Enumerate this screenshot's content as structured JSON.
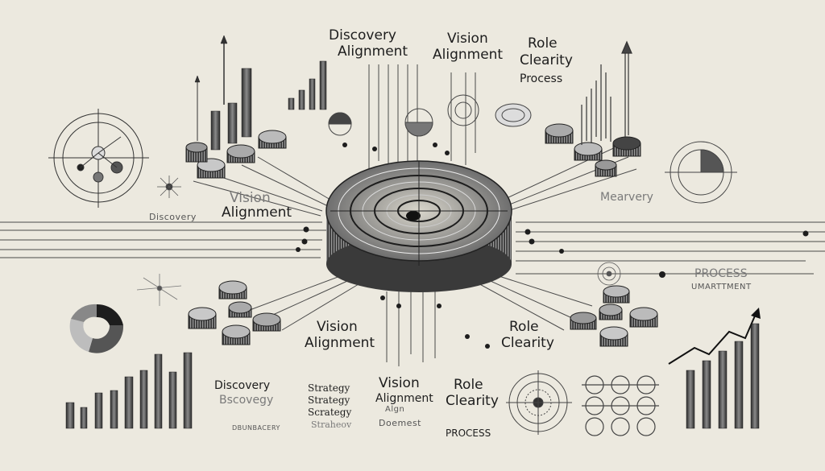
{
  "labels": {
    "top_discovery": "Discovery",
    "top_alignment": "Alignment",
    "top_vision": "Vision",
    "top_vision_alignment": "Alignment",
    "top_role": "Role",
    "top_clearity": "Clearity",
    "top_process": "Process",
    "left_discovery": "Discovery",
    "left_vision": "Vision",
    "left_alignment": "Alignment",
    "right_mearvery": "Mearvery",
    "right_process": "PROCESS",
    "right_umartment": "UMARTTMENT",
    "mid_vision": "Vision",
    "mid_alignment": "Alignment",
    "mid_role": "Role",
    "mid_clearity": "Clearity",
    "bottom_discovery_1": "Discovery",
    "bottom_discovery_2": "Bscovegy",
    "bottom_discovery_3": "DBUNBACERY",
    "bottom_strategy_1": "Strategy",
    "bottom_strategy_2": "Strategy",
    "bottom_strategy_3": "Scrategy",
    "bottom_strategy_4": "Straheov",
    "bottom_vision": "Vision",
    "bottom_alignment": "Alignment",
    "bottom_algn": "Algn",
    "bottom_doemest": "Doemest",
    "bottom_role": "Role",
    "bottom_clearity": "Clearity",
    "bottom_process": "PROCESS"
  }
}
